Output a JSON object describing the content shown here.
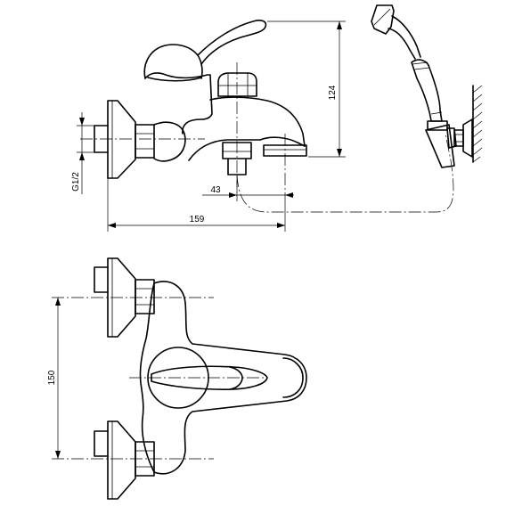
{
  "dimensions": {
    "height": "124",
    "thread": "G1/2",
    "offset": "43",
    "length": "159",
    "centers": "150"
  }
}
